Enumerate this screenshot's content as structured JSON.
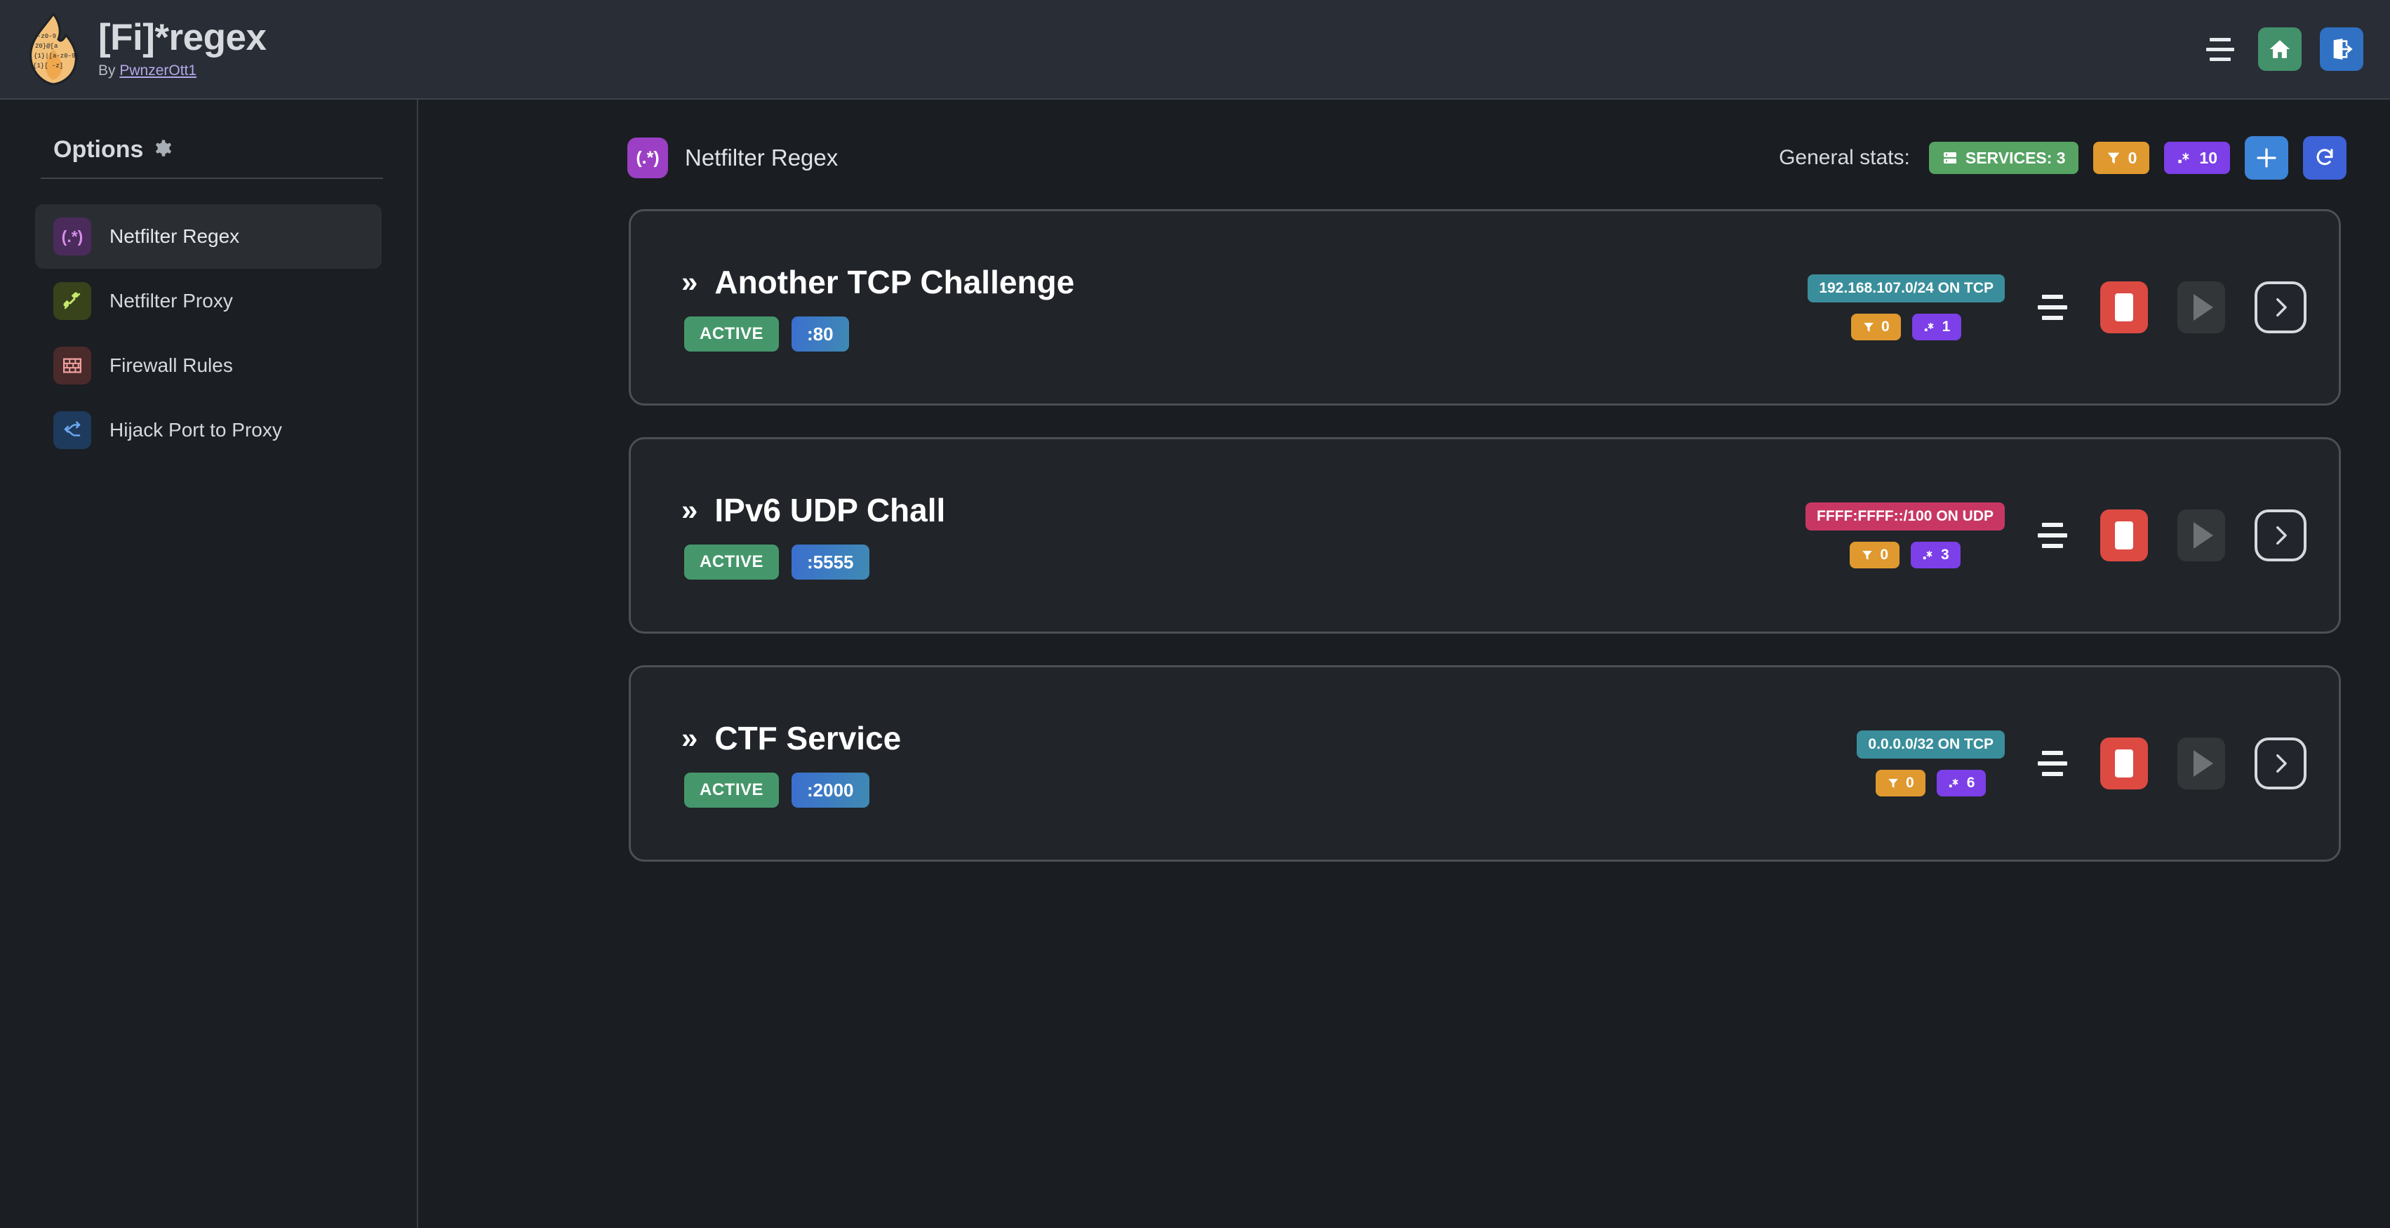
{
  "header": {
    "logo_icon": "flame-regex-logo",
    "app_title": "[Fi]*regex",
    "byline_prefix": "By ",
    "author": "PwnzerOtt1",
    "menu_icon": "hamburger-menu-icon",
    "home_icon": "home-icon",
    "logout_icon": "logout-icon"
  },
  "sidebar": {
    "title": "Options",
    "gear_icon": "gear-icon",
    "items": [
      {
        "label": "Netfilter Regex",
        "icon": "regex-icon",
        "glyph": "(.*)",
        "active": true
      },
      {
        "label": "Netfilter Proxy",
        "icon": "plug-icon",
        "glyph": "⚭",
        "active": false
      },
      {
        "label": "Firewall Rules",
        "icon": "brick-wall-icon",
        "glyph": "▤",
        "active": false
      },
      {
        "label": "Hijack Port to Proxy",
        "icon": "fork-arrow-icon",
        "glyph": "⎇",
        "active": false
      }
    ]
  },
  "main": {
    "page_icon": "regex-icon",
    "page_icon_glyph": "(.*)",
    "page_title": "Netfilter Regex",
    "stats_label": "General stats:",
    "stats": [
      {
        "name": "services-badge",
        "icon": "server-icon",
        "glyph": "☰",
        "text": "SERVICES: 3",
        "color": "#56a364"
      },
      {
        "name": "filters-badge",
        "icon": "filter-icon",
        "glyph": "▼",
        "text": "0",
        "color": "#e0992e"
      },
      {
        "name": "regex-badge",
        "icon": "regex-dot-star-icon",
        "glyph": ".*",
        "text": "10",
        "color": "#7c3fe8"
      }
    ],
    "add_button_icon": "plus-icon",
    "refresh_button_icon": "refresh-icon"
  },
  "services": [
    {
      "chevron": "»",
      "name": "Another TCP Challenge",
      "status": "ACTIVE",
      "port": ":80",
      "network": "192.168.107.0/24 ON TCP",
      "protocol": "TCP",
      "filters_count": "0",
      "regex_count": "1",
      "list_icon": "list-icon",
      "stop_icon": "stop-icon",
      "play_icon": "play-icon",
      "goto_icon": "chevron-right-icon"
    },
    {
      "chevron": "»",
      "name": "IPv6 UDP Chall",
      "status": "ACTIVE",
      "port": ":5555",
      "network": "FFFF:FFFF::/100 ON UDP",
      "protocol": "UDP",
      "filters_count": "0",
      "regex_count": "3",
      "list_icon": "list-icon",
      "stop_icon": "stop-icon",
      "play_icon": "play-icon",
      "goto_icon": "chevron-right-icon"
    },
    {
      "chevron": "»",
      "name": "CTF Service",
      "status": "ACTIVE",
      "port": ":2000",
      "network": "0.0.0.0/32 ON TCP",
      "protocol": "TCP",
      "filters_count": "0",
      "regex_count": "6",
      "list_icon": "list-icon",
      "stop_icon": "stop-icon",
      "play_icon": "play-icon",
      "goto_icon": "chevron-right-icon"
    }
  ],
  "colors": {
    "header_bg": "#282d36",
    "page_bg": "#1a1d21",
    "card_bg": "#212429",
    "card_border": "#4b5055",
    "accent_green": "#43916a",
    "accent_blue": "#3071c4",
    "accent_purple": "#9b3fc4",
    "accent_orange": "#e0992e",
    "accent_red": "#dc4a42",
    "accent_teal": "#3a8e9b",
    "accent_crimson": "#c83764"
  }
}
